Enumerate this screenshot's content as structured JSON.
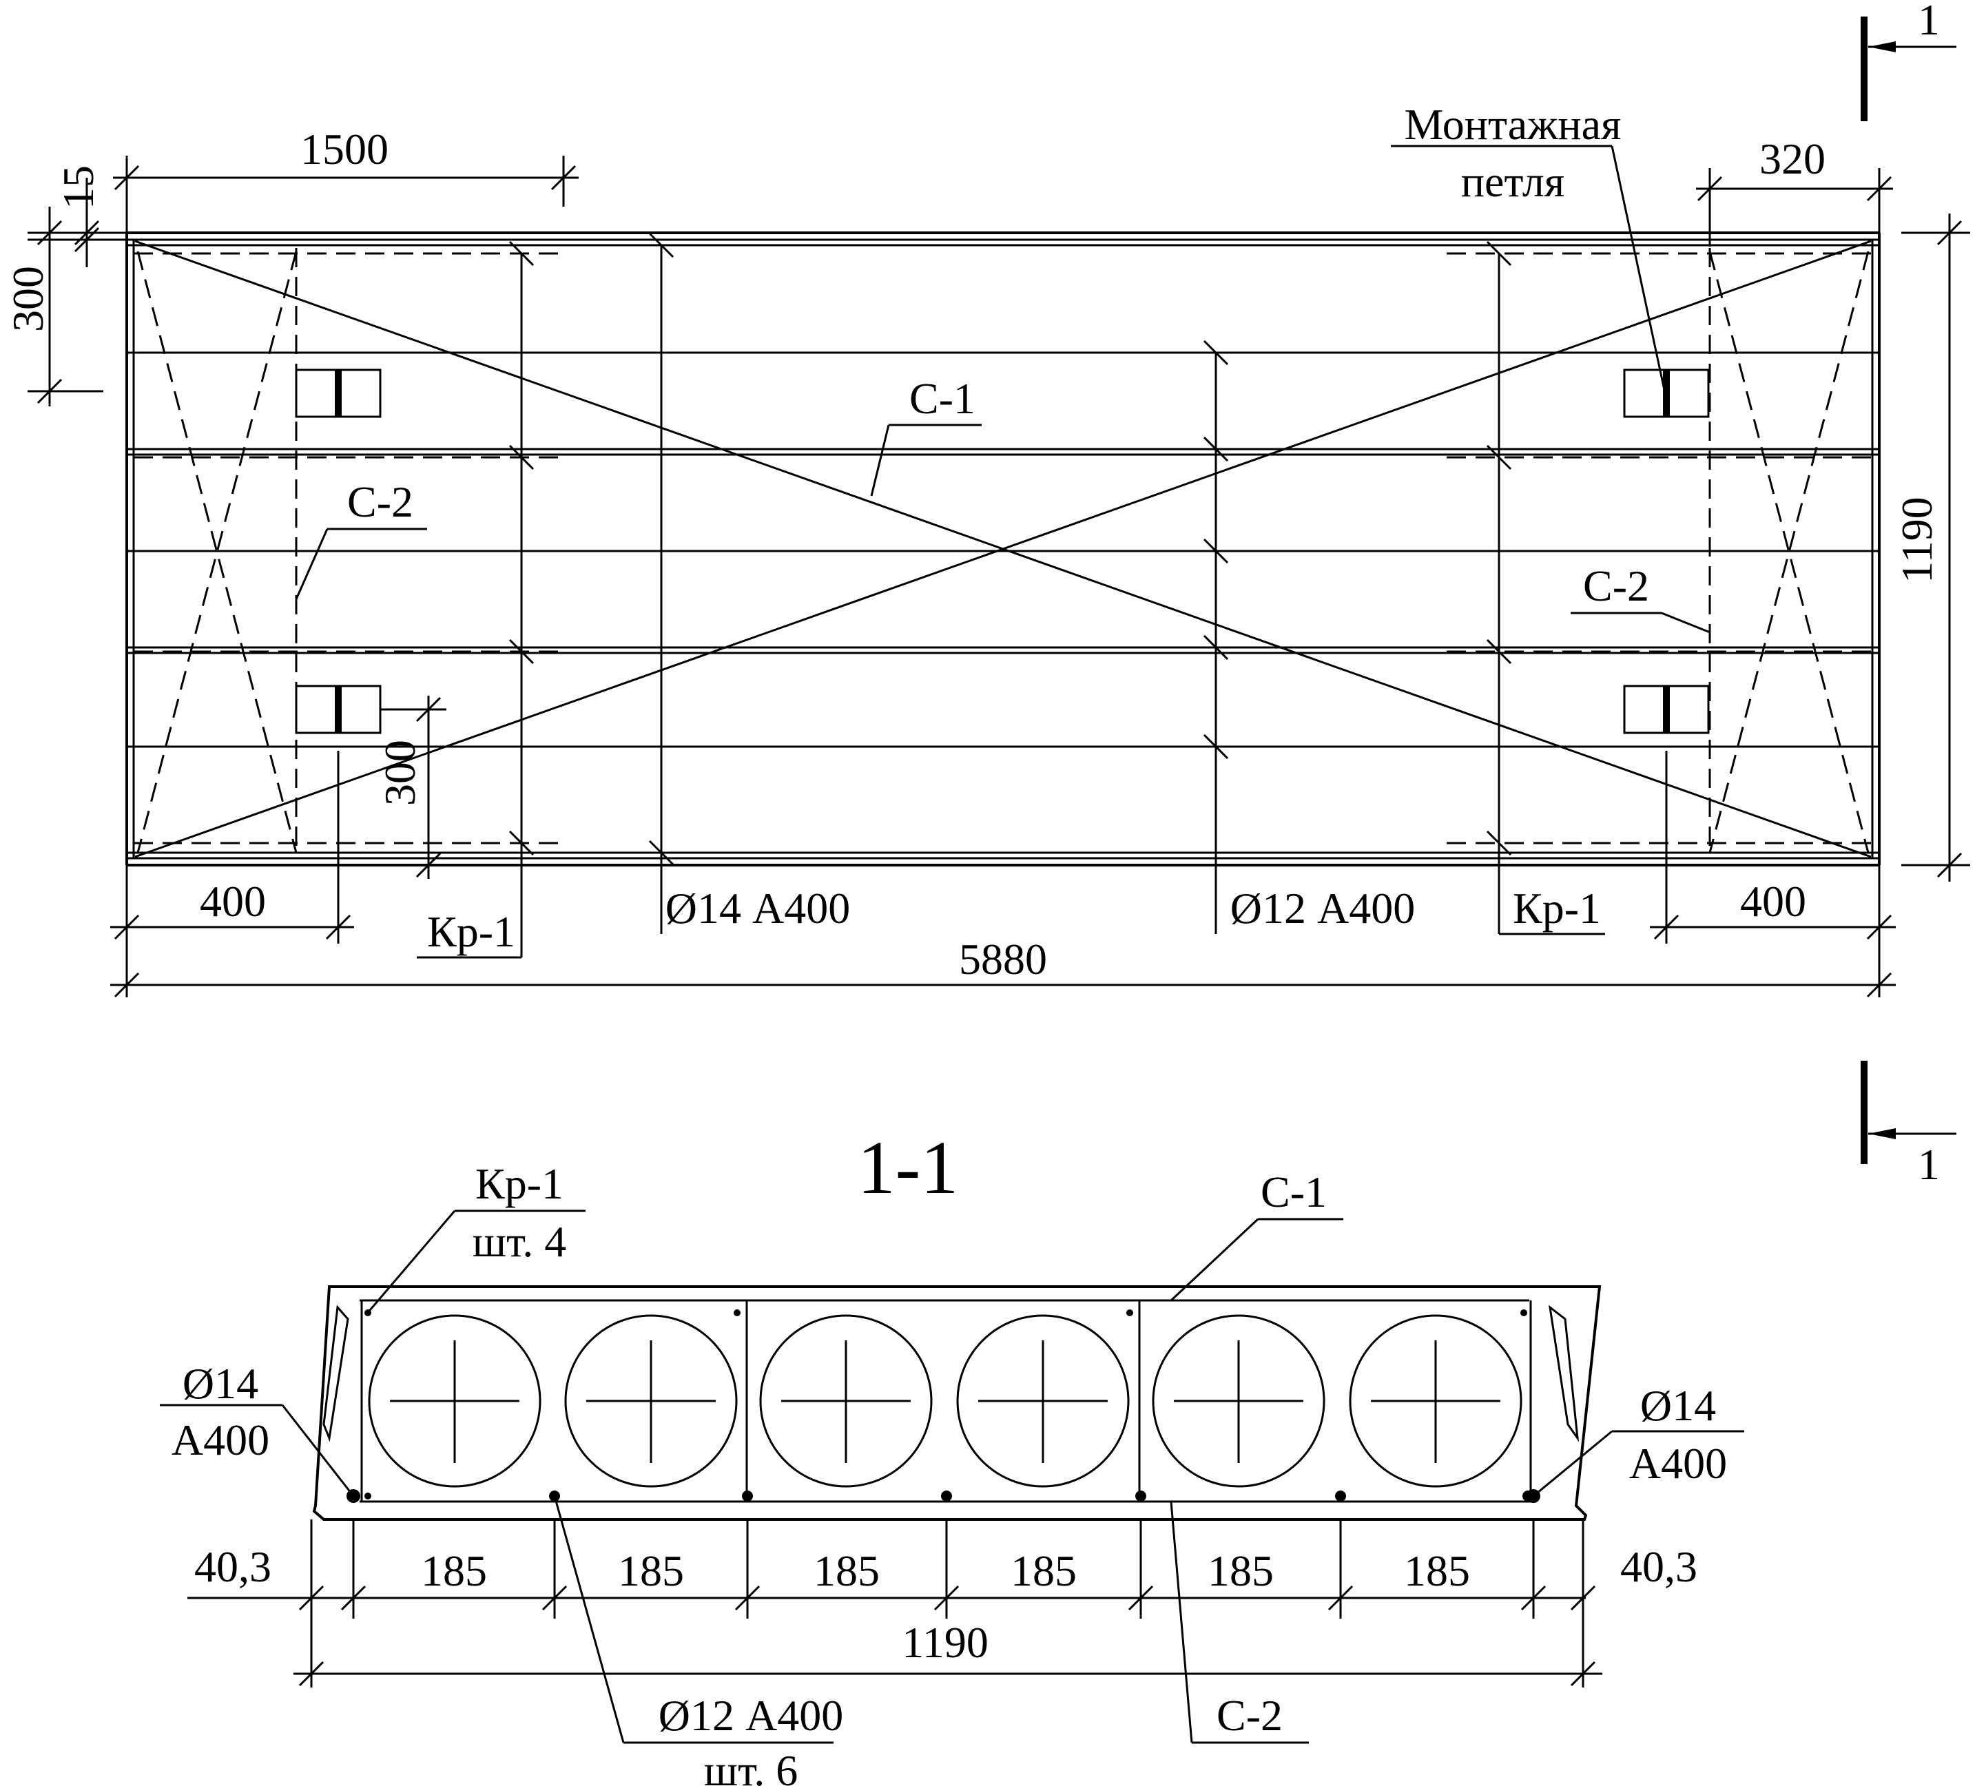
{
  "plan": {
    "dims": {
      "d1500": "1500",
      "d15": "15",
      "d300_left": "300",
      "d300_lower": "300",
      "d320": "320",
      "d1190": "1190",
      "d400_left": "400",
      "d400_right": "400",
      "d5880": "5880"
    },
    "labels": {
      "loop_line1": "Монтажная",
      "loop_line2": "петля",
      "c1": "С-1",
      "c2_left": "С-2",
      "c2_right": "С-2",
      "kr1_left": "Кр-1",
      "kr1_right": "Кр-1",
      "rebar14": "Ø14 А400",
      "rebar12": "Ø12 А400"
    },
    "section_marks": {
      "top": "1",
      "bottom": "1"
    }
  },
  "section": {
    "title": "1-1",
    "labels": {
      "kr1_line1": "Кр-1",
      "kr1_line2": "шт. 4",
      "c1": "С-1",
      "c2": "С-2",
      "d14_left_line1": "Ø14",
      "d14_left_line2": "А400",
      "d14_right_line1": "Ø14",
      "d14_right_line2": "А400",
      "d12_line1": "Ø12 А400",
      "d12_line2": "шт. 6"
    },
    "dims": {
      "edge_left": "40,3",
      "edge_right": "40,3",
      "spacing": [
        "185",
        "185",
        "185",
        "185",
        "185",
        "185"
      ],
      "total": "1190"
    }
  }
}
